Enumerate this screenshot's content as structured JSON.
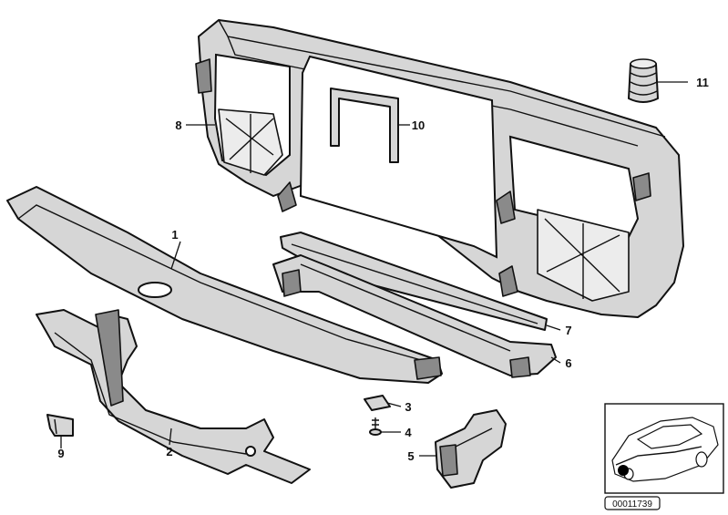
{
  "callouts": [
    {
      "id": "1",
      "label": "1"
    },
    {
      "id": "2",
      "label": "2"
    },
    {
      "id": "3",
      "label": "3"
    },
    {
      "id": "4",
      "label": "4"
    },
    {
      "id": "5",
      "label": "5"
    },
    {
      "id": "6",
      "label": "6"
    },
    {
      "id": "7",
      "label": "7"
    },
    {
      "id": "8",
      "label": "8"
    },
    {
      "id": "9",
      "label": "9"
    },
    {
      "id": "10",
      "label": "10"
    },
    {
      "id": "11",
      "label": "11"
    }
  ],
  "reference_number": "00011739"
}
